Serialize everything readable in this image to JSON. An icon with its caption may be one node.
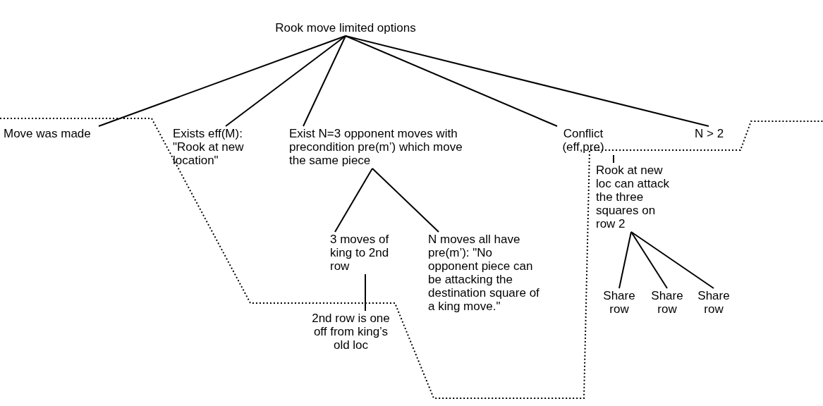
{
  "diagram": {
    "nodes": [
      {
        "text": [
          "Rook move limited options"
        ]
      },
      {
        "text": [
          "Move was made"
        ]
      },
      {
        "text": [
          "Exists eff(M): \"Rook at new location\""
        ]
      },
      {
        "text": [
          "Exist N=3 opponent moves with precondition pre(m’) which move the same piece"
        ]
      },
      {
        "text": [
          "Conflict (eff,pre)"
        ]
      },
      {
        "text": [
          "N > 2"
        ]
      },
      {
        "text": [
          "3 moves of king to 2nd row"
        ]
      },
      {
        "text": [
          "N moves all have pre(m’): \"No opponent piece can be attacking the destination square of a king move.\""
        ]
      },
      {
        "text": [
          "Rook at new loc can attack the three squares on row 2"
        ]
      },
      {
        "text": [
          "Share row"
        ]
      },
      {
        "text": [
          "Share row"
        ]
      },
      {
        "text": [
          "Share row"
        ]
      },
      {
        "text": [
          "2nd row is one off from king’s old loc"
        ]
      }
    ],
    "edges": [
      {
        "from": 0,
        "to": 1,
        "arrow": "none"
      },
      {
        "from": 0,
        "to": 2,
        "arrow": "none"
      },
      {
        "from": 0,
        "to": 3,
        "arrow": "none"
      },
      {
        "from": 0,
        "to": 4,
        "arrow": "none"
      },
      {
        "from": 0,
        "to": 5,
        "arrow": "none"
      },
      {
        "from": 3,
        "to": 6,
        "arrow": "none"
      },
      {
        "from": 3,
        "to": 7,
        "arrow": "none"
      },
      {
        "from": 4,
        "to": 8,
        "arrow": "none"
      },
      {
        "from": 8,
        "to": 9,
        "arrow": "none"
      },
      {
        "from": 8,
        "to": 10,
        "arrow": "none"
      },
      {
        "from": 8,
        "to": 11,
        "arrow": "none"
      },
      {
        "from": 6,
        "to": 12,
        "arrow": "none"
      }
    ]
  }
}
